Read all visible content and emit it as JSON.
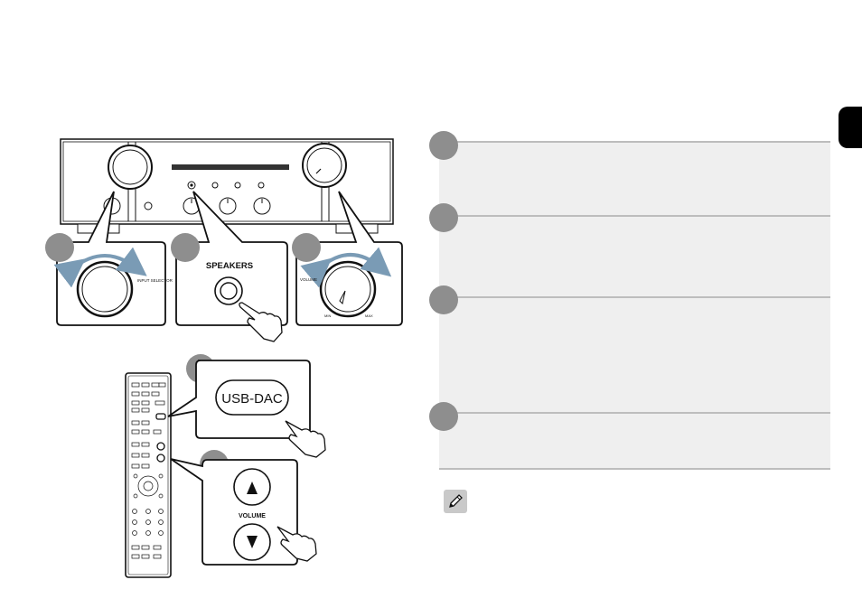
{
  "labels": {
    "speakers": "SPEAKERS",
    "input_selector": "INPUT SELECTOR",
    "volume_panel": "VOLUME",
    "volume_min": "MIN",
    "volume_max": "MAX",
    "usb_dac": "USB-DAC",
    "volume_remote": "VOLUME"
  },
  "steps": [
    {
      "id": 1
    },
    {
      "id": 2
    },
    {
      "id": 3
    },
    {
      "id": 4
    }
  ],
  "icons": {
    "note": "pencil-icon",
    "hand": "pointing-hand-icon",
    "arrow": "rotate-arrow-icon"
  },
  "colors": {
    "step_badge": "#8e8e8e",
    "step_band": "#efefef",
    "rule": "#bdbdbd",
    "arrow": "#7a9bb5",
    "tab": "#000000"
  }
}
